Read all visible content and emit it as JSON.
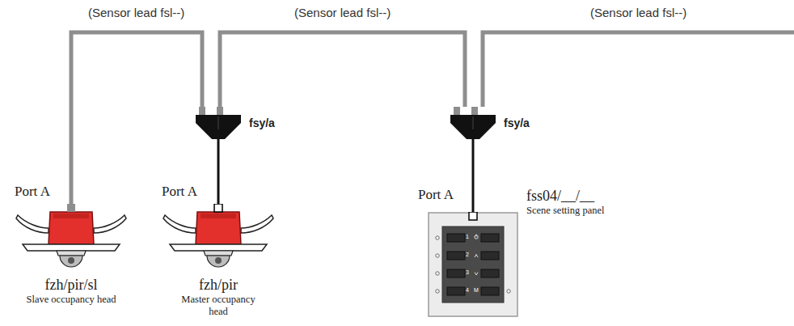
{
  "diagram": {
    "nodes": [
      {
        "text": [
          "fzh/pir/sl",
          "Slave occupancy head"
        ]
      },
      {
        "text": [
          "fsy/a"
        ]
      },
      {
        "text": [
          "fzh/pir",
          "Master occupancy head"
        ]
      },
      {
        "text": [
          "fsy/a"
        ]
      },
      {
        "text": [
          "fss04/__/__",
          "Scene setting panel"
        ]
      }
    ],
    "edges": [
      {
        "from": 0,
        "to": 1,
        "arrow": "none",
        "label": "(Sensor lead fsl--)"
      },
      {
        "from": 1,
        "to": 2,
        "arrow": "none"
      },
      {
        "from": 1,
        "to": 3,
        "arrow": "none",
        "label": "(Sensor lead fsl--)"
      },
      {
        "from": 3,
        "to": 4,
        "arrow": "none"
      }
    ],
    "labels": [
      "(Sensor lead fsl--)",
      "Port A",
      "Port A",
      "Port A",
      "1",
      "2",
      "3",
      "4",
      "M"
    ]
  }
}
